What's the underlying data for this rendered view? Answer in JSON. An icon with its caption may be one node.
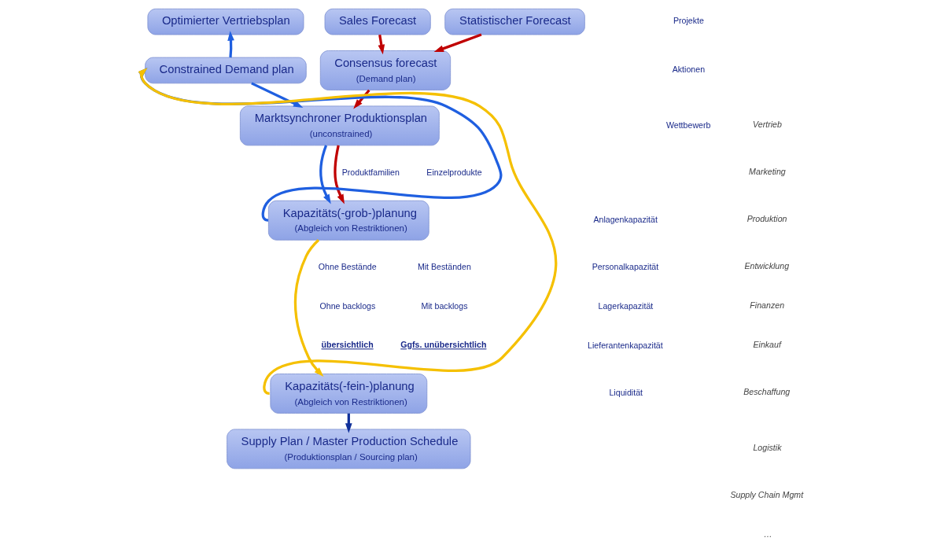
{
  "diagram": {
    "nodes": [
      {
        "text": [
          "Optimierter Vertriebsplan"
        ]
      },
      {
        "text": [
          "Constrained Demand plan"
        ]
      },
      {
        "text": [
          "Sales Forecast"
        ]
      },
      {
        "text": [
          "Statistischer Forecast"
        ]
      },
      {
        "text": [
          "Consensus forecast",
          "(Demand plan)"
        ]
      },
      {
        "text": [
          "Marktsynchroner Produktionsplan",
          "(unconstrained)"
        ]
      },
      {
        "text": [
          "Kapazitäts(-grob-)planung",
          "(Abgleich von Restriktionen)"
        ]
      },
      {
        "text": [
          "Kapazitäts(-fein-)planung",
          "(Abgleich von Restriktionen)"
        ]
      },
      {
        "text": [
          "Supply Plan / Master Production Schedule",
          "(Produktionsplan / Sourcing plan)"
        ]
      }
    ],
    "edges": [
      {
        "from": 1,
        "to": 0,
        "arrow": "to",
        "color": "#1f5fe0"
      },
      {
        "from": 2,
        "to": 4,
        "arrow": "to",
        "color": "#c00000"
      },
      {
        "from": 3,
        "to": 4,
        "arrow": "to",
        "color": "#c00000"
      },
      {
        "from": 1,
        "to": 5,
        "arrow": "to",
        "color": "#1f5fe0"
      },
      {
        "from": 4,
        "to": 5,
        "arrow": "to",
        "color": "#c00000"
      },
      {
        "from": 5,
        "to": 6,
        "arrow": "to",
        "color": "#1f5fe0"
      },
      {
        "from": 5,
        "to": 6,
        "arrow": "to",
        "color": "#c00000"
      },
      {
        "from": 6,
        "to": 1,
        "arrow": "to",
        "color": "#1f5fe0"
      },
      {
        "from": 7,
        "to": 1,
        "arrow": "to",
        "color": "#f5c000"
      },
      {
        "from": 6,
        "to": 7,
        "arrow": "to",
        "color": "#f5c000"
      },
      {
        "from": 7,
        "to": 8,
        "arrow": "to",
        "color": "#10309a"
      }
    ],
    "labels": [
      "Projekte",
      "Aktionen",
      "Wettbewerb",
      "Produktfamilien",
      "Einzelprodukte",
      "Anlagenkapazität",
      "Personalkapazität",
      "Lagerkapazität",
      "Lieferantenkapazität",
      "Liquidität",
      "Ohne Bestände",
      "Ohne backlogs",
      "übersichtlich",
      "Mit Beständen",
      "Mit backlogs",
      "Ggfs. unübersichtlich",
      "Vertrieb",
      "Marketing",
      "Produktion",
      "Entwicklung",
      "Finanzen",
      "Einkauf",
      "Beschaffung",
      "Logistik",
      "Supply Chain Mgmt",
      "…"
    ]
  }
}
